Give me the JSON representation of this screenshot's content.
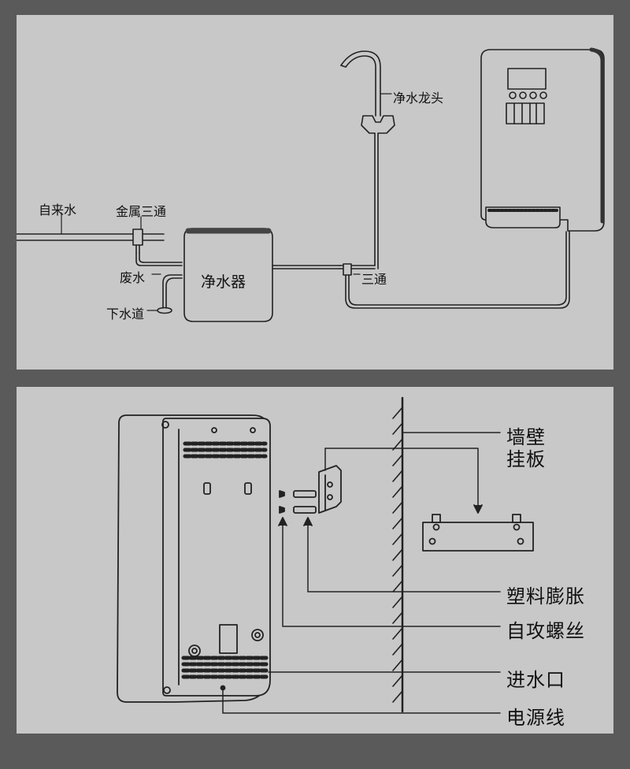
{
  "installation_diagram": {
    "labels": {
      "tap_water": "自来水",
      "metal_tee": "金属三通",
      "waste_water": "废水",
      "drain": "下水道",
      "purifier": "净水器",
      "tee": "三通",
      "faucet": "净水龙头"
    }
  },
  "mounting_diagram": {
    "labels": {
      "wall": "墙壁",
      "hanging_plate": "挂板",
      "plastic_anchor": "塑料膨胀",
      "tapping_screw": "自攻螺丝",
      "water_inlet": "进水口",
      "power_cord": "电源线"
    }
  },
  "colors": {
    "background": "#5a5a5a",
    "panel": "#c8c8c8",
    "line": "#222222"
  }
}
